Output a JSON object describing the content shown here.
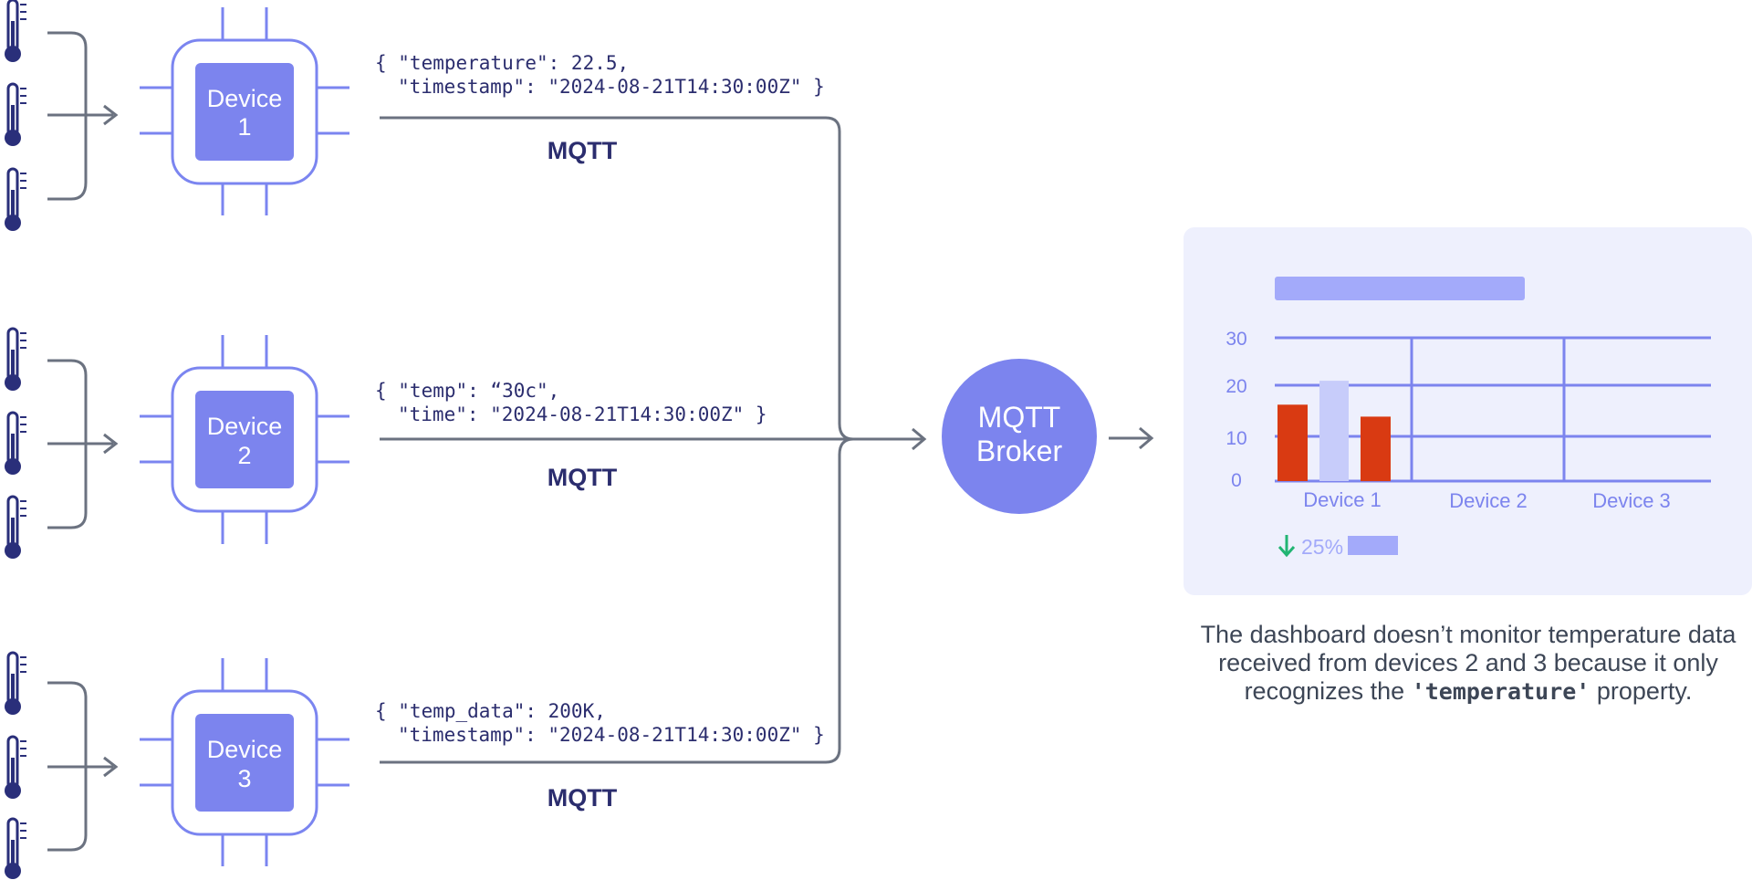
{
  "devices": [
    {
      "label_line1": "Device",
      "label_line2": "1",
      "payload_line1": "{ \"temperature\": 22.5,",
      "payload_line2": "\"timestamp\": \"2024-08-21T14:30:00Z\" }",
      "protocol": "MQTT"
    },
    {
      "label_line1": "Device",
      "label_line2": "2",
      "payload_line1": "{ \"temp\": “30c\",",
      "payload_line2": "\"time\": \"2024-08-21T14:30:00Z\" }",
      "protocol": "MQTT"
    },
    {
      "label_line1": "Device",
      "label_line2": "3",
      "payload_line1": "{ \"temp_data\": 200K,",
      "payload_line2": "\"timestamp\": \"2024-08-21T14:30:00Z\" }",
      "protocol": "MQTT"
    }
  ],
  "broker": {
    "line1": "MQTT",
    "line2": "Broker"
  },
  "dashboard": {
    "y_ticks": [
      "30",
      "20",
      "10",
      "0"
    ],
    "categories": [
      "Device 1",
      "Device 2",
      "Device 3"
    ],
    "bars_device1": [
      16,
      21,
      13.5
    ],
    "trend_text": "25%",
    "trend_direction": "down"
  },
  "caption": {
    "before": "The dashboard doesn’t monitor temperature data received from devices 2 and 3 because it only recognizes the",
    "code": "'temperature'",
    "after": "property."
  },
  "colors": {
    "chip_border": "#7b85f0",
    "chip_fill": "#7c84ee",
    "line": "#6b7280",
    "thermometer": "#2a2f7a",
    "protocol_text": "#2b2d6e",
    "dashboard_bg": "#eef0fd",
    "grid": "#7c84ee",
    "bar_red": "#d93a12",
    "bar_light": "#c7ccfa",
    "trend_green": "#22b573"
  }
}
